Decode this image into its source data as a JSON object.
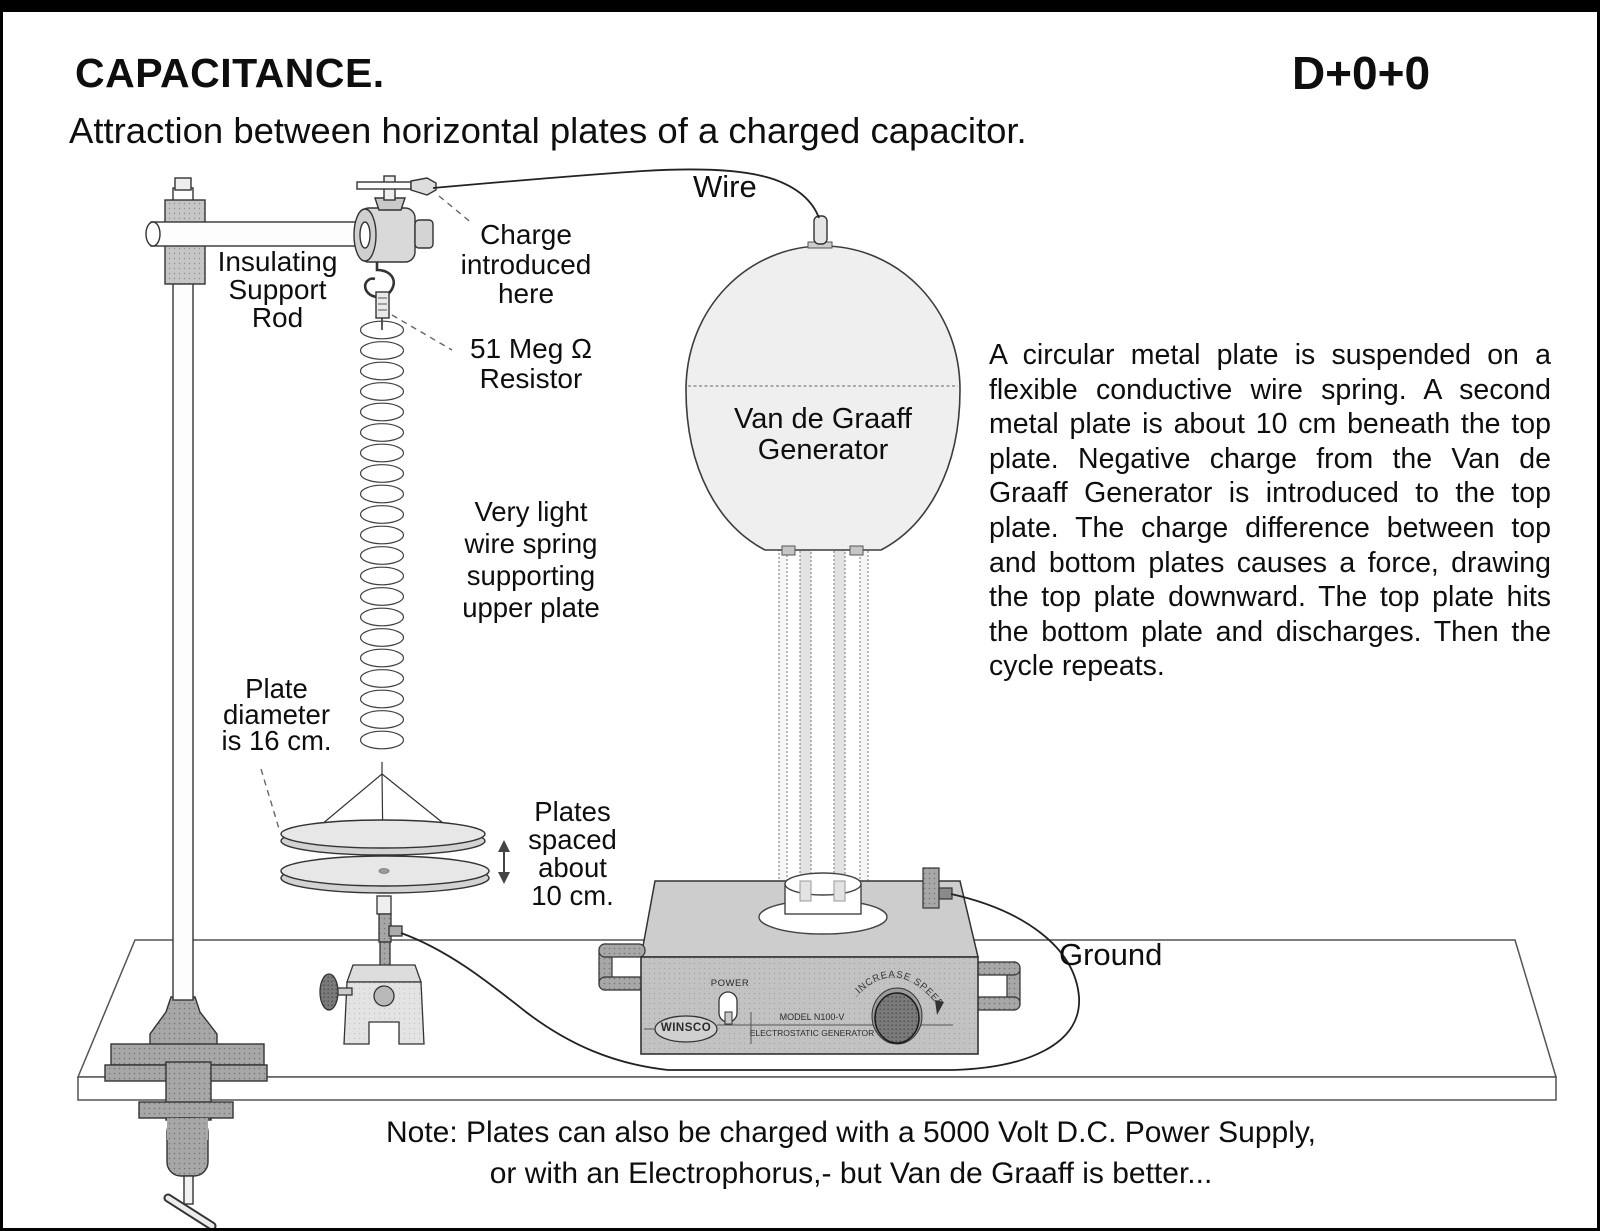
{
  "colors": {
    "ink": "#000000",
    "paper": "#ffffff",
    "metal_light": "#e8e8e8",
    "metal_mid": "#bdbdbd",
    "metal_dark": "#6f6f6f"
  },
  "header": {
    "title": "CAPACITANCE.",
    "code": "D+0+0",
    "subtitle": "Attraction between horizontal plates of a charged capacitor."
  },
  "apparatus_labels": {
    "wire": "Wire",
    "charge_point": "Charge\nintroduced\nhere",
    "support_rod": "Insulating\nSupport\nRod",
    "resistor": "51 Meg Ω\nResistor",
    "spring": "Very light\nwire spring\nsupporting\nupper plate",
    "plate_diameter": "Plate\ndiameter\nis 16 cm.",
    "plate_spacing": "Plates\nspaced\nabout\n10 cm.",
    "generator": "Van de Graaff\nGenerator",
    "ground": "Ground"
  },
  "generator_panel": {
    "power": "POWER",
    "brand": "WINSCO",
    "model": "MODEL N100-V",
    "device_type": "ELECTROSTATIC GENERATOR",
    "speed_knob": "INCREASE SPEED"
  },
  "description": "A circular metal plate is suspended on a flexible conductive wire spring. A second metal plate is about 10 cm beneath the top plate. Negative charge from the Van de Graaff Generator is introduced to the top plate. The charge difference between top and bottom plates causes a force, drawing the top plate downward. The top plate hits the bottom plate and discharges. Then the cycle repeats.",
  "note": "Note: Plates can also be charged with a 5000 Volt D.C. Power Supply,\nor with an Electrophorus,- but Van de Graaff is better..."
}
